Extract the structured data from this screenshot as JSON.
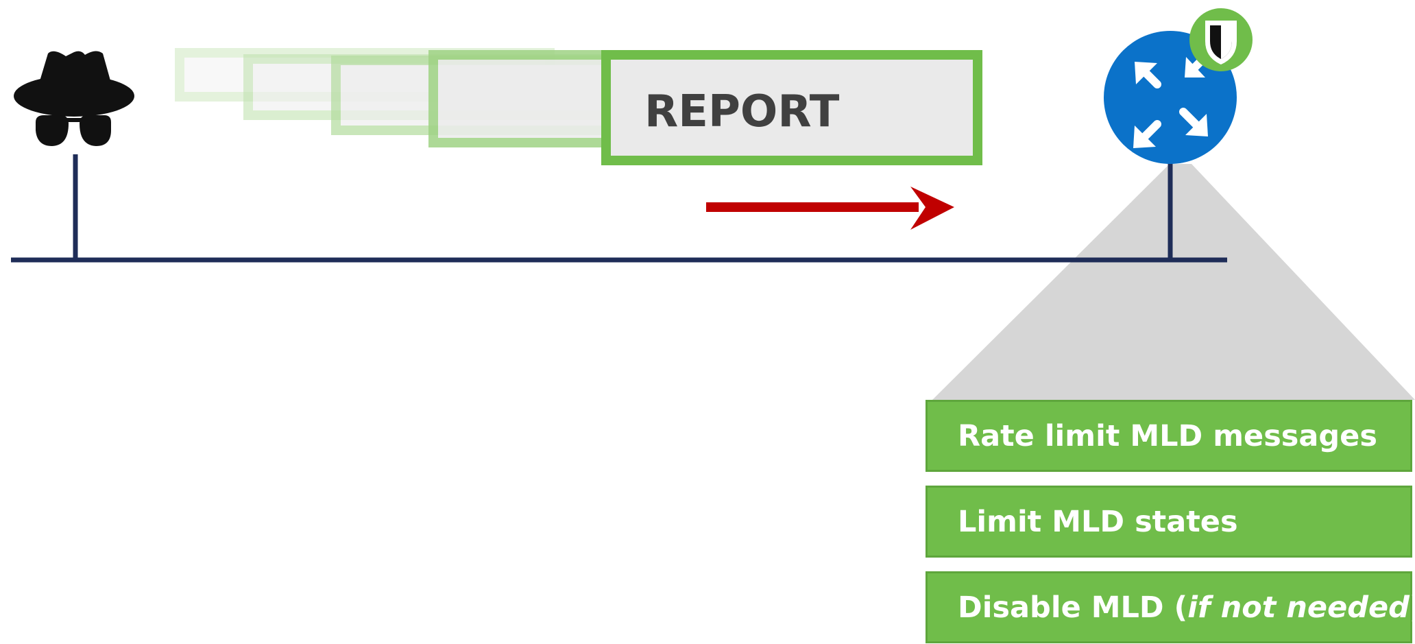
{
  "message": {
    "label": "REPORT"
  },
  "attacker": {
    "icon": "hacker-icon"
  },
  "router": {
    "icon": "router-icon",
    "badge_icon": "shield-icon"
  },
  "mitigations": {
    "item1": "Rate limit MLD messages",
    "item2": "Limit MLD states",
    "item3_before": "Disable MLD (",
    "item3_emphasis": "if not needed",
    "item3_after": ")"
  },
  "colors": {
    "network_line": "#1f2d58",
    "green": "#70bd4a",
    "report_fill": "#eaeaea",
    "arrow": "#c00000",
    "router": "#0b72c9",
    "callout": "#d6d6d6"
  }
}
